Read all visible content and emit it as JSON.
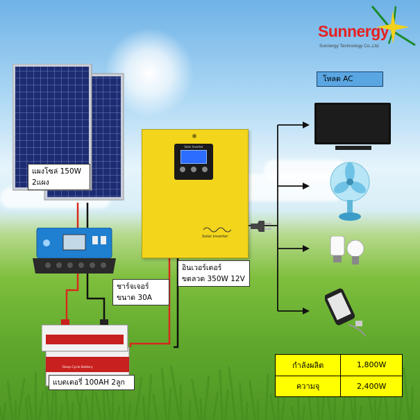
{
  "brand": {
    "name": "Sunnergy",
    "tagline": "Sunnergy Technology Co.,Ltd."
  },
  "panels": {
    "line1": "แผงโซล่ 150W",
    "line2": "2แผง"
  },
  "controller": {
    "line1": "ชาร์จเจอร์",
    "line2": "ขนาด 30A"
  },
  "inverter": {
    "line1": "อินเวอร์เตอร์",
    "line2": "ขดลวด 350W 12V",
    "device_text": "Solar Inverter",
    "screen_text": "Solar Inverter"
  },
  "battery": {
    "label": "แบตเตอรี่ 100AH 2ลูก",
    "device_text": "Deep Cycle Battery"
  },
  "loads": {
    "title": "โหลด AC"
  },
  "specs": [
    {
      "name": "กำลังผลิต",
      "value": "1,800W"
    },
    {
      "name": "ความจุ",
      "value": "2,400W"
    }
  ],
  "colors": {
    "wire_red": "#d62a1e",
    "wire_black": "#111111",
    "inverter_yellow": "#f3d51c",
    "table_yellow": "#ffff00",
    "load_box": "#5aa6e2",
    "brand_red": "#e62020"
  },
  "icons": [
    "solar-panel-icon",
    "charge-controller-icon",
    "battery-icon",
    "inverter-icon",
    "tv-icon",
    "fan-icon",
    "light-bulb-icon",
    "smartphone-icon",
    "plug-icon",
    "sparkle-star-icon"
  ]
}
